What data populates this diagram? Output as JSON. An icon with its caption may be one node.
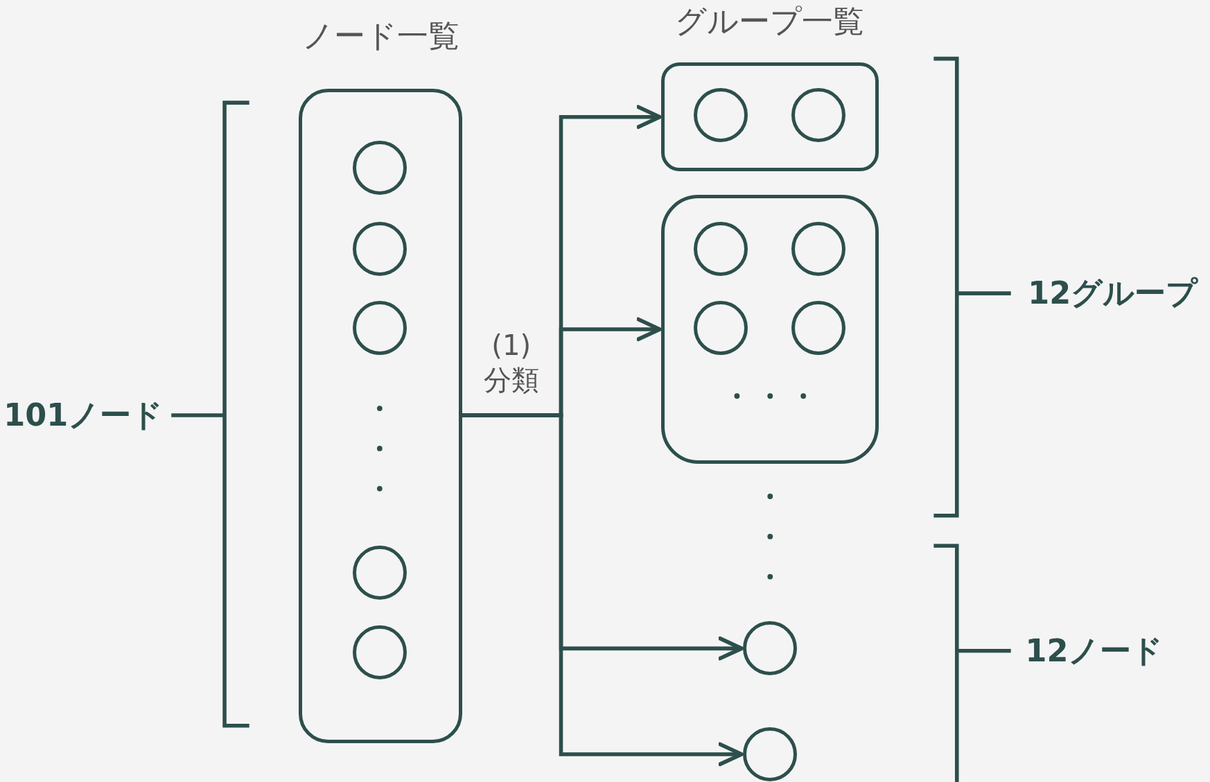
{
  "diagram": {
    "nodes": [
      {
        "text": [
          "ノード一覧"
        ]
      },
      {
        "text": [],
        "shape": "circle",
        "in": 0
      },
      {
        "text": [],
        "shape": "circle",
        "in": 0
      },
      {
        "text": [],
        "shape": "circle",
        "in": 0
      },
      {
        "text": [],
        "shape": "circle",
        "in": 0
      },
      {
        "text": [],
        "shape": "circle",
        "in": 0
      },
      {
        "text": [],
        "shape": "box"
      },
      {
        "text": [],
        "shape": "circle",
        "in": 6
      },
      {
        "text": [],
        "shape": "circle",
        "in": 6
      },
      {
        "text": [],
        "shape": "box"
      },
      {
        "text": [],
        "shape": "circle",
        "in": 9
      },
      {
        "text": [],
        "shape": "circle",
        "in": 9
      },
      {
        "text": [],
        "shape": "circle",
        "in": 9
      },
      {
        "text": [],
        "shape": "circle",
        "in": 9
      },
      {
        "text": [],
        "shape": "circle"
      },
      {
        "text": [],
        "shape": "circle"
      }
    ],
    "edges": [
      {
        "from": 0,
        "to": 6,
        "arrow": "to",
        "label": "(1) 分類"
      },
      {
        "from": 0,
        "to": 9,
        "arrow": "to"
      },
      {
        "from": 0,
        "to": 14,
        "arrow": "to"
      },
      {
        "from": 0,
        "to": 15,
        "arrow": "to"
      }
    ],
    "labels": [
      "グループ一覧",
      "101ノード",
      "12グループ",
      "12ノード"
    ]
  }
}
